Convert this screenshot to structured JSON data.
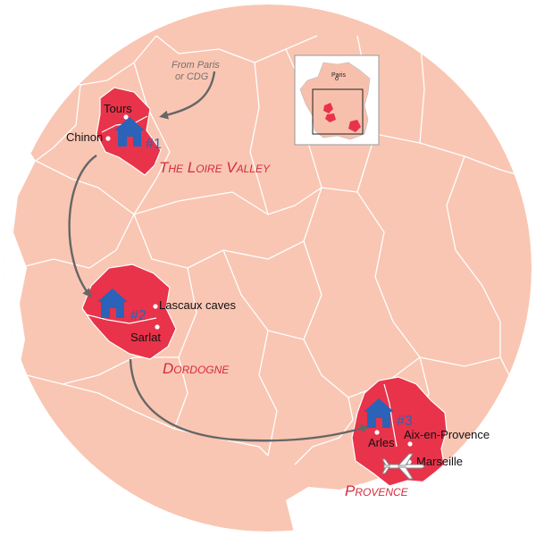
{
  "route_note": {
    "line1": "From Paris",
    "line2": "or CDG"
  },
  "cities": {
    "tours": "Tours",
    "chinon": "Chinon",
    "lascaux": "Lascaux caves",
    "sarlat": "Sarlat",
    "arles": "Arles",
    "aix": "Aix-en-Provence",
    "marseille": "Marseille"
  },
  "regions": {
    "loire": "The Loire Valley",
    "dordogne": "Dordogne",
    "provence": "Provence"
  },
  "bases": {
    "one": "#1",
    "two": "#2",
    "three": "#3"
  },
  "inset": {
    "paris": "Paris"
  },
  "colors": {
    "land": "#f9c6b3",
    "region": "#e8334a",
    "border": "#ffffff",
    "arrow": "#666666",
    "house": "#2a63b8",
    "label_red": "#d42a3c"
  },
  "icons": [
    "house-icon",
    "airplane-icon"
  ]
}
